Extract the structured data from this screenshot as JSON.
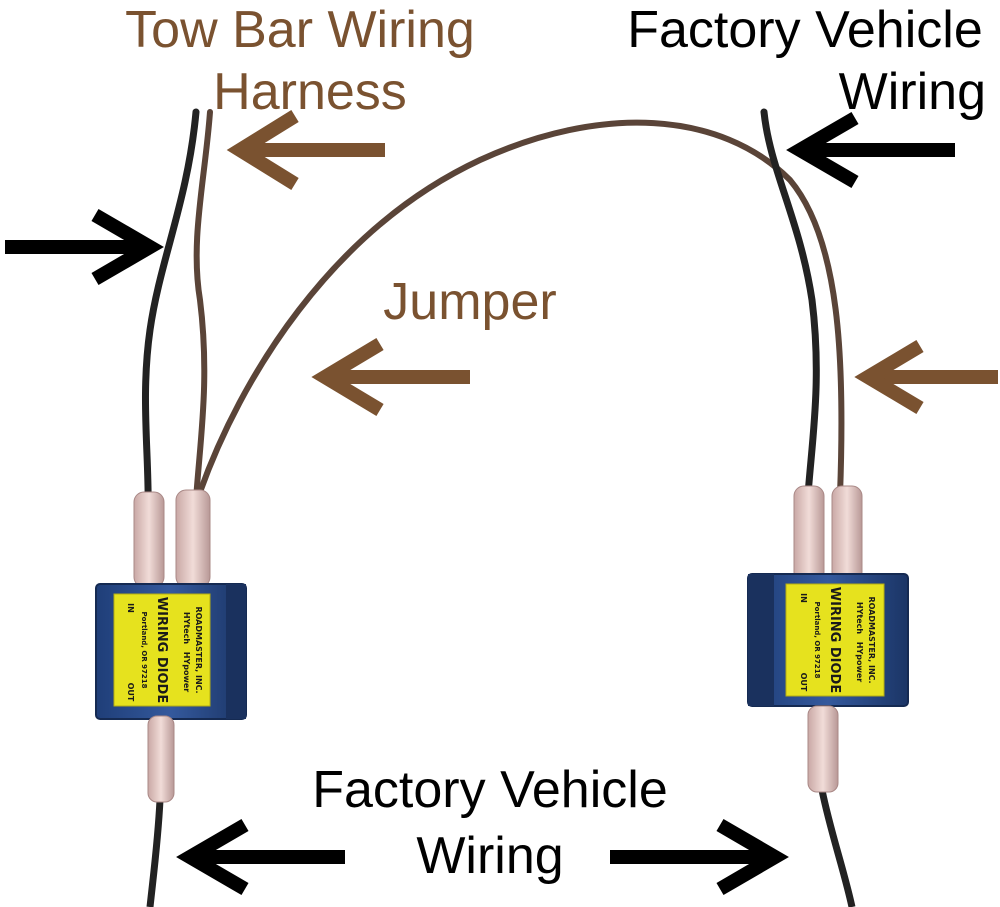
{
  "labels": {
    "tow_bar_line1": "Tow Bar Wiring",
    "tow_bar_line2": "Harness",
    "factory_top_line1": "Factory Vehicle",
    "factory_top_line2": "Wiring",
    "jumper": "Jumper",
    "factory_bottom_line1": "Factory Vehicle",
    "factory_bottom_line2": "Wiring"
  },
  "diode": {
    "brand": "ROADMASTER, INC.",
    "tech": "HYtech",
    "power": "HYpower",
    "title": "WIRING DIODE",
    "location": "Portland, OR 97218",
    "in_label": "IN",
    "out_label": "OUT"
  },
  "colors": {
    "brown_text": "#7a5230",
    "black_text": "#000000",
    "diode_body": "#2c4f8f",
    "diode_label": "#e6e21e",
    "wire_brown": "#5a4438",
    "wire_black": "#222222"
  }
}
